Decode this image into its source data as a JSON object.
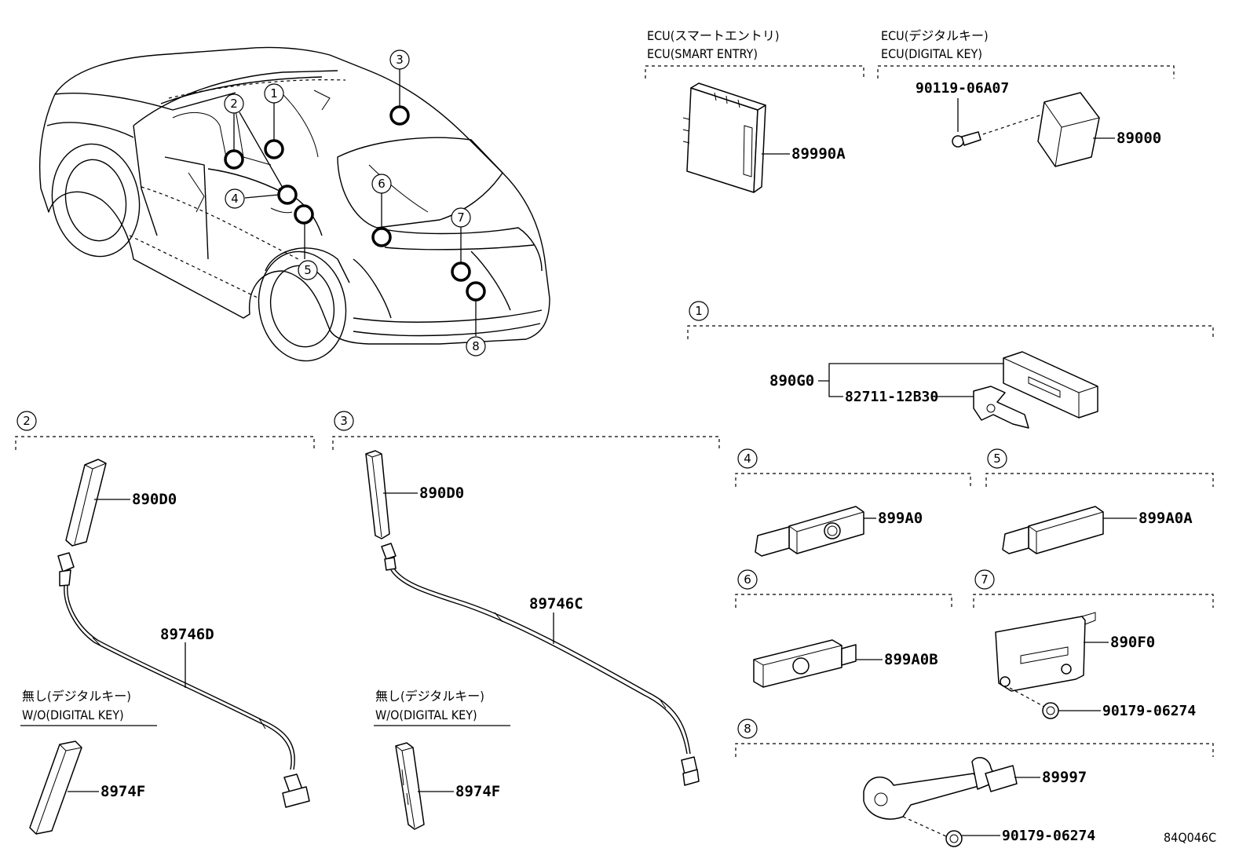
{
  "headers": {
    "smart_entry_jp": "ECU(スマートエントリ)",
    "smart_entry_en": "ECU(SMART ENTRY)",
    "digital_key_jp": "ECU(デジタルキー)",
    "digital_key_en": "ECU(DIGITAL KEY)"
  },
  "notes": {
    "wo_digital_key_jp": "無し(デジタルキー)",
    "wo_digital_key_en": "W/O(DIGITAL KEY)"
  },
  "callouts": [
    "1",
    "2",
    "3",
    "4",
    "5",
    "6",
    "7",
    "8"
  ],
  "parts": {
    "p89990A": "89990A",
    "p90119": "90119-06A07",
    "p89000": "89000",
    "p890G0": "890G0",
    "p82711": "82711-12B30",
    "p899A0": "899A0",
    "p899A0A": "899A0A",
    "p899A0B": "899A0B",
    "p890F0": "890F0",
    "p90179a": "90179-06274",
    "p89997": "89997",
    "p90179b": "90179-06274",
    "p890D0a": "890D0",
    "p890D0b": "890D0",
    "p89746D": "89746D",
    "p89746C": "89746C",
    "p8974Fa": "8974F",
    "p8974Fb": "8974F"
  },
  "diagram_code": "84Q046C"
}
